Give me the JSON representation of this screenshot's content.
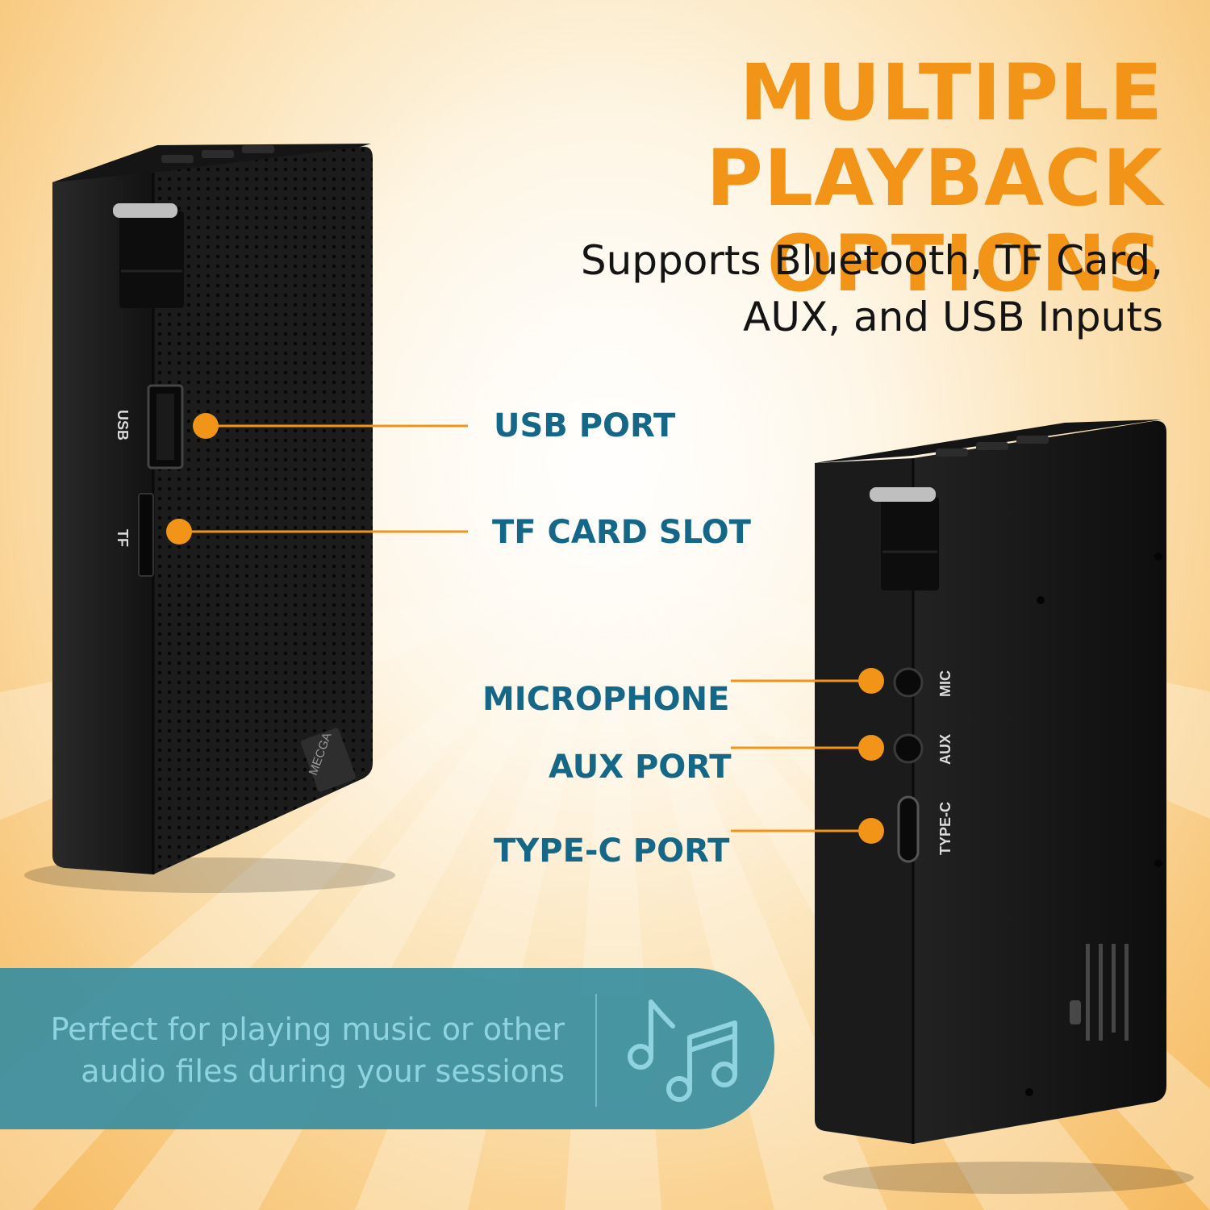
{
  "headline": {
    "line1": "MULTIPLE PLAYBACK",
    "line2": "OPTIONS"
  },
  "subheadline": {
    "line1": "Supports Bluetooth, TF Card,",
    "line2": "AUX, and USB Inputs"
  },
  "callouts": {
    "usb": "USB PORT",
    "tf": "TF CARD SLOT",
    "mic": "MICROPHONE",
    "aux": "AUX PORT",
    "typec": "TYPE-C PORT"
  },
  "device_markings": {
    "usb": "USB",
    "tf": "TF",
    "brand": "MECGA",
    "mic": "MIC",
    "aux": "AUX",
    "typec": "TYPE-C"
  },
  "banner": {
    "line1": "Perfect for playing music or other",
    "line2": "audio files during your sessions"
  },
  "colors": {
    "accent_orange": "#f29418",
    "label_blue": "#146787",
    "banner_teal": "#3a8e9f",
    "banner_text": "#8fd3e1"
  },
  "icons": [
    "music-note-icon"
  ]
}
